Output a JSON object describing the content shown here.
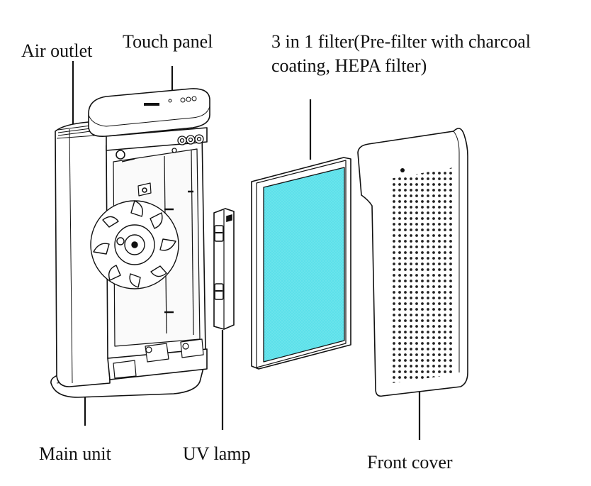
{
  "labels": {
    "air_outlet": "Air outlet",
    "touch_panel": "Touch panel",
    "filter": "3 in 1 filter(Pre-filter with charcoal coating, HEPA filter)",
    "main_unit": "Main unit",
    "uv_lamp": "UV lamp",
    "front_cover": "Front cover"
  },
  "colors": {
    "filter_media": "#5ce0ea",
    "line": "#111111"
  }
}
